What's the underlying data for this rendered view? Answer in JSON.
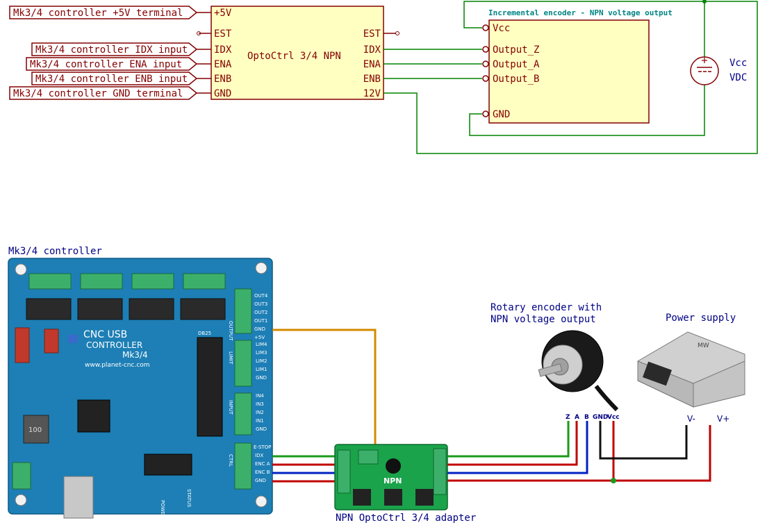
{
  "schematic": {
    "left_labels": [
      "Mk3/4 controller +5V terminal",
      "Mk3/4 controller IDX input",
      "Mk3/4 controller ENA input",
      "Mk3/4 controller ENB input",
      "Mk3/4 controller GND terminal"
    ],
    "opto": {
      "title": "OptoCtrl 3/4 NPN",
      "left_pins": [
        "+5V",
        "EST",
        "IDX",
        "ENA",
        "ENB",
        "GND"
      ],
      "right_pins": [
        "EST",
        "IDX",
        "ENA",
        "ENB",
        "12V"
      ]
    },
    "encoder": {
      "title": "Incremental encoder - NPN voltage output",
      "pins": [
        "Vcc",
        "Output_Z",
        "Output_A",
        "Output_B",
        "GND"
      ]
    },
    "supply": {
      "label1": "Vcc",
      "label2": "VDC"
    }
  },
  "photo": {
    "controller_caption": "Mk3/4 controller",
    "adapter_caption": "NPN OptoCtrl 3/4 adapter",
    "encoder_caption": [
      "Rotary encoder with",
      "NPN voltage output"
    ],
    "psu_caption": "Power supply",
    "encoder_wire_labels": [
      "Z",
      "A",
      "B",
      "GND",
      "Vcc"
    ],
    "psu_wire_labels": [
      "V-",
      "V+"
    ],
    "board_title": [
      "CNC USB",
      "CONTROLLER",
      "Mk3/4"
    ],
    "board_url": "www.planet-cnc.com",
    "board_ctrl_pins": [
      "E-STOP",
      "IDX",
      "ENC A",
      "ENC B",
      "GND"
    ],
    "board_output_pins": [
      "OUT4",
      "OUT3",
      "OUT2",
      "OUT1",
      "GND",
      "+5V"
    ],
    "board_limit_pins": [
      "LIM4",
      "LIM3",
      "LIM2",
      "LIM1",
      "GND"
    ],
    "board_input_pins": [
      "IN4",
      "IN3",
      "IN2",
      "IN1",
      "GND"
    ],
    "board_group_labels": [
      "OUTPUT",
      "LIMIT",
      "INPUT",
      "CTRL"
    ],
    "board_header_label": "DB25",
    "board_bottom_labels": [
      "POWER",
      "STATUS"
    ],
    "adapter_title": "NPN",
    "psu_logo": "MW"
  },
  "colors": {
    "schematic_red": "#840000",
    "schematic_green": "#008400",
    "schematic_blue": "#000084",
    "block_fill": "#ffffc2",
    "board_blue": "#1d7fb5",
    "adapter_green": "#1aa34a",
    "wire_orange": "#d48a00",
    "wire_green": "#1a9a1a",
    "wire_red": "#c00000",
    "wire_blue": "#0020c0"
  }
}
